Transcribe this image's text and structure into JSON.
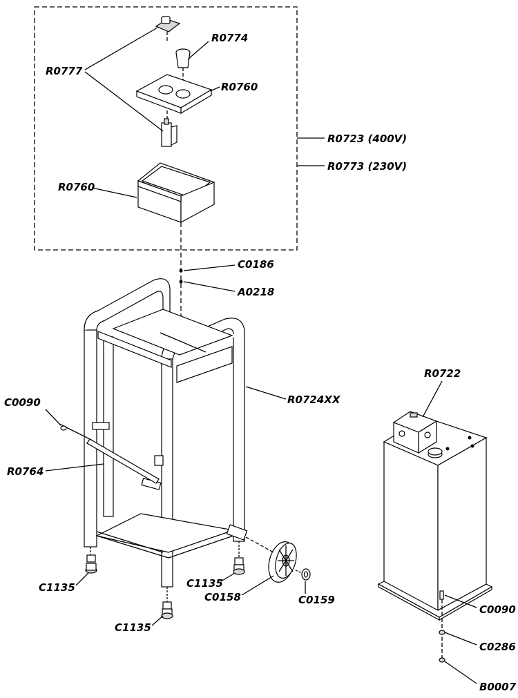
{
  "labels": {
    "r0777": "R0777",
    "r0774": "R0774",
    "r0760_lid": "R0760",
    "r0723": "R0723 (400V)",
    "r0773": "R0773 (230V)",
    "r0760_box": "R0760",
    "c0186": "C0186",
    "a0218": "A0218",
    "r0724xx": "R0724XX",
    "c0090_left": "C0090",
    "r0764": "R0764",
    "c1135_a": "C1135",
    "c1135_b": "C1135",
    "c1135_c": "C1135",
    "c0158": "C0158",
    "c0159": "C0159",
    "r0722": "R0722",
    "c0090_right": "C0090",
    "c0286": "C0286",
    "b0007": "B0007"
  }
}
